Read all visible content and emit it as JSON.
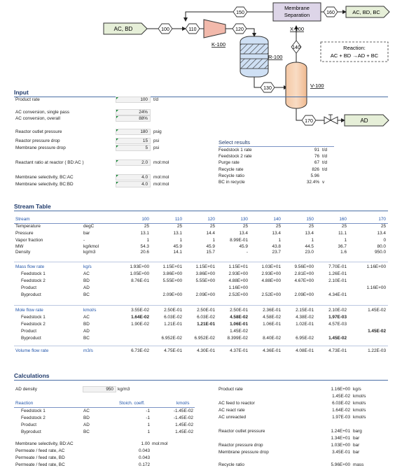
{
  "flowsheet": {
    "streams": {
      "s100": "100",
      "s110": "110",
      "s120": "120",
      "s130": "130",
      "s140": "140",
      "s150": "150",
      "s160": "160",
      "s170": "170"
    },
    "feed_label": "AC, BD",
    "purge_label": "AC, BD, BC",
    "product_label": "AD",
    "membrane_label": "Membrane Separation",
    "membrane_tag": "X-100",
    "compressor_tag": "K-100",
    "reactor_tag": "R-100",
    "vessel_tag": "V-100",
    "reaction_title": "Reaction:",
    "reaction_eq": "AC + BD →AD + BC"
  },
  "input": {
    "title": "Input",
    "rows": [
      {
        "label": "Product rate",
        "value": "100",
        "unit": "t/d"
      },
      {
        "label": "AC conversion, single pass",
        "value": "24%",
        "unit": ""
      },
      {
        "label": "AC conversion, overall",
        "value": "88%",
        "unit": ""
      },
      {
        "label": "Reactor outlet pressure",
        "value": "180",
        "unit": "psig"
      },
      {
        "label": "Reactor pressure drop",
        "value": "15",
        "unit": "psi"
      },
      {
        "label": "Membrane pressure drop",
        "value": "5",
        "unit": "psi"
      },
      {
        "label": "Reactant ratio at reactor ( BD:AC )",
        "value": "2.0",
        "unit": "mol:mol"
      },
      {
        "label": "Membrane selectivity, BC:AC",
        "value": "4.0",
        "unit": "mol:mol"
      },
      {
        "label": "Membrane selectivity, BC:BD",
        "value": "4.0",
        "unit": "mol:mol"
      }
    ]
  },
  "select_results": {
    "title": "Select results",
    "rows": [
      {
        "label": "Feedstock 1 rate",
        "value": "91",
        "unit": "t/d"
      },
      {
        "label": "Feedstock 2 rate",
        "value": "76",
        "unit": "t/d"
      },
      {
        "label": "Purge rate",
        "value": "67",
        "unit": "t/d"
      },
      {
        "label": "Recycle rate",
        "value": "826",
        "unit": "t/d"
      },
      {
        "label": "Recycle ratio",
        "value": "5.96",
        "unit": ""
      },
      {
        "label": "BC in recycle",
        "value": "32.4%",
        "unit": "v"
      }
    ]
  },
  "stream_table": {
    "title": "Stream Table",
    "header": {
      "label": "Stream",
      "unit": "",
      "values": [
        "100",
        "110",
        "120",
        "130",
        "140",
        "150",
        "160",
        "170"
      ]
    },
    "rows": [
      {
        "label": "Temperature",
        "unit": "degC",
        "values": [
          "25",
          "25",
          "25",
          "25",
          "25",
          "25",
          "25",
          "25"
        ]
      },
      {
        "label": "Pressure",
        "unit": "bar",
        "values": [
          "13.1",
          "13.1",
          "14.4",
          "13.4",
          "13.4",
          "13.4",
          "11.1",
          "13.4"
        ]
      },
      {
        "label": "Vapor fraction",
        "unit": "-",
        "values": [
          "1",
          "1",
          "1",
          "8.99E-01",
          "1",
          "1",
          "1",
          "0"
        ]
      },
      {
        "label": "MW",
        "unit": "kg/kmol",
        "values": [
          "54.3",
          "45.9",
          "45.9",
          "45.9",
          "43.8",
          "44.5",
          "36.7",
          "80.0"
        ]
      },
      {
        "label": "Density",
        "unit": "kg/m3",
        "values": [
          "20.6",
          "14.1",
          "15.7",
          "-",
          "23.7",
          "23.0",
          "1.6",
          "950.0"
        ]
      },
      {
        "label": "Mass flow rate",
        "unit": "kg/s",
        "values": [
          "1.93E+00",
          "1.15E+01",
          "1.15E+01",
          "1.15E+01",
          "1.03E+01",
          "9.56E+00",
          "7.70E-01",
          "1.16E+00"
        ]
      },
      {
        "label": "Feedstock 1",
        "unit": "AC",
        "values": [
          "1.05E+00",
          "3.86E+00",
          "3.86E+00",
          "2.93E+00",
          "2.93E+00",
          "2.81E+00",
          "1.26E-01",
          ""
        ]
      },
      {
        "label": "Feedstock 2",
        "unit": "BD",
        "values": [
          "8.76E-01",
          "5.55E+00",
          "5.55E+00",
          "4.88E+00",
          "4.88E+00",
          "4.67E+00",
          "2.10E-01",
          ""
        ]
      },
      {
        "label": "Product",
        "unit": "AD",
        "values": [
          "",
          "",
          "",
          "1.16E+00",
          "",
          "",
          "",
          "1.16E+00"
        ]
      },
      {
        "label": "Byproduct",
        "unit": "BC",
        "values": [
          "",
          "2.09E+00",
          "2.09E+00",
          "2.52E+00",
          "2.52E+00",
          "2.09E+00",
          "4.34E-01",
          ""
        ]
      },
      {
        "label": "Mole flow rate",
        "unit": "kmol/s",
        "values": [
          "3.55E-02",
          "2.50E-01",
          "2.50E-01",
          "2.50E-01",
          "2.36E-01",
          "2.15E-01",
          "2.10E-02",
          "1.45E-02"
        ]
      },
      {
        "label": "Feedstock 1",
        "unit": "AC",
        "values": [
          "1.64E-02",
          "6.03E-02",
          "6.03E-02",
          "4.58E-02",
          "4.58E-02",
          "4.38E-02",
          "1.97E-03",
          ""
        ]
      },
      {
        "label": "Feedstock 2",
        "unit": "BD",
        "values": [
          "1.90E-02",
          "1.21E-01",
          "1.21E-01",
          "1.06E-01",
          "1.06E-01",
          "1.02E-01",
          "4.57E-03",
          ""
        ]
      },
      {
        "label": "Product",
        "unit": "AD",
        "values": [
          "",
          "",
          "",
          "1.45E-02",
          "",
          "",
          "",
          "1.45E-02"
        ]
      },
      {
        "label": "Byproduct",
        "unit": "BC",
        "values": [
          "",
          "6.952E-02",
          "6.952E-02",
          "8.399E-02",
          "8.40E-02",
          "6.95E-02",
          "1.45E-02",
          ""
        ]
      },
      {
        "label": "Volume flow rate",
        "unit": "m3/s",
        "values": [
          "6.73E-02",
          "4.75E-01",
          "4.30E-01",
          "4.37E-01",
          "4.36E-01",
          "4.08E-01",
          "4.73E-01",
          "1.22E-03"
        ]
      }
    ]
  },
  "calculations": {
    "title": "Calculations",
    "ad_density": {
      "label": "AD density",
      "value": "950",
      "unit": "kg/m3"
    },
    "reaction_header": {
      "label": "Reaction",
      "stoich": "Stoich. coeff.",
      "rate": "kmol/s"
    },
    "reaction_rows": [
      {
        "label": "Feedstock 1",
        "comp": "AC",
        "stoich": "-1",
        "rate": "-1.45E-02"
      },
      {
        "label": "Feedstock 2",
        "comp": "BD",
        "stoich": "-1",
        "rate": "-1.45E-02"
      },
      {
        "label": "Product",
        "comp": "AD",
        "stoich": "1",
        "rate": "1.45E-02"
      },
      {
        "label": "Byproduct",
        "comp": "BC",
        "stoich": "1",
        "rate": "1.45E-02"
      }
    ],
    "membrane_rows": [
      {
        "label": "Membrane selectivity, BD:AC",
        "value": "1.00",
        "unit": "mol:mol"
      },
      {
        "label": "Permeate / feed rate, AC",
        "value": "0.043",
        "unit": ""
      },
      {
        "label": "Permeate / feed rate, BD",
        "value": "0.043",
        "unit": ""
      },
      {
        "label": "Permeate / feed rate, BC",
        "value": "0.172",
        "unit": ""
      }
    ],
    "right_rows": [
      {
        "label": "Product rate",
        "value": "1.16E+00",
        "unit": "kg/s"
      },
      {
        "label": "",
        "value": "1.45E-02",
        "unit": "kmol/s"
      },
      {
        "label": "AC feed to reactor",
        "value": "6.03E-02",
        "unit": "kmol/s"
      },
      {
        "label": "AC react rate",
        "value": "1.64E-02",
        "unit": "kmol/s"
      },
      {
        "label": "AC unreacted",
        "value": "1.97E-03",
        "unit": "kmol/s"
      },
      {
        "label": "Reactor outlet pressure",
        "value": "1.24E+01",
        "unit": "barg"
      },
      {
        "label": "",
        "value": "1.34E+01",
        "unit": "bar"
      },
      {
        "label": "Reactor pressure drop",
        "value": "1.03E+00",
        "unit": "bar"
      },
      {
        "label": "Membrane pressure drop",
        "value": "3.45E-01",
        "unit": "bar"
      },
      {
        "label": "Recycle ratio",
        "value": "5.96E+00",
        "unit": "mass"
      }
    ]
  }
}
